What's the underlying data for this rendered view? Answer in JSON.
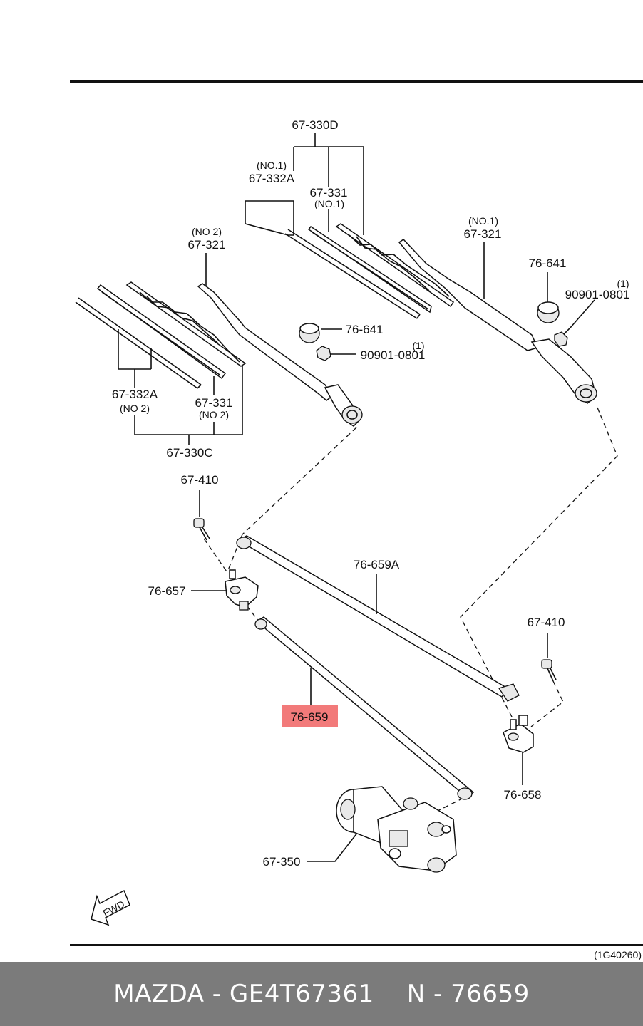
{
  "labels": {
    "l_67_330d": "67-330D",
    "l_no1_a": "(NO.1)",
    "l_67_332a_top": "67-332A",
    "l_67_331_top": "67-331",
    "l_no1_b": "(NO.1)",
    "l_no1_c": "(NO.1)",
    "l_67_321_right": "67-321",
    "l_no2_a": "(NO 2)",
    "l_67_321_left": "67-321",
    "l_76_641_right": "76-641",
    "l_1_a": "(1)",
    "l_90901_right": "90901-0801",
    "l_76_641_mid": "76-641",
    "l_1_b": "(1)",
    "l_90901_mid": "90901-0801",
    "l_67_332a_bot": "67-332A",
    "l_no2_b": "(NO 2)",
    "l_67_331_bot": "67-331",
    "l_no2_c": "(NO 2)",
    "l_67_330c": "67-330C",
    "l_67_410_left": "67-410",
    "l_76_659a": "76-659A",
    "l_76_657": "76-657",
    "l_67_410_right": "67-410",
    "l_76_659": "76-659",
    "l_76_658": "76-658",
    "l_67_350": "67-350",
    "l_fwd": "FWD",
    "l_ref": "(1G40260)"
  },
  "highlight_color": "#f27a7a",
  "footer": {
    "brand_part": "MAZDA - GE4T67361",
    "ref_no": "N - 76659"
  }
}
